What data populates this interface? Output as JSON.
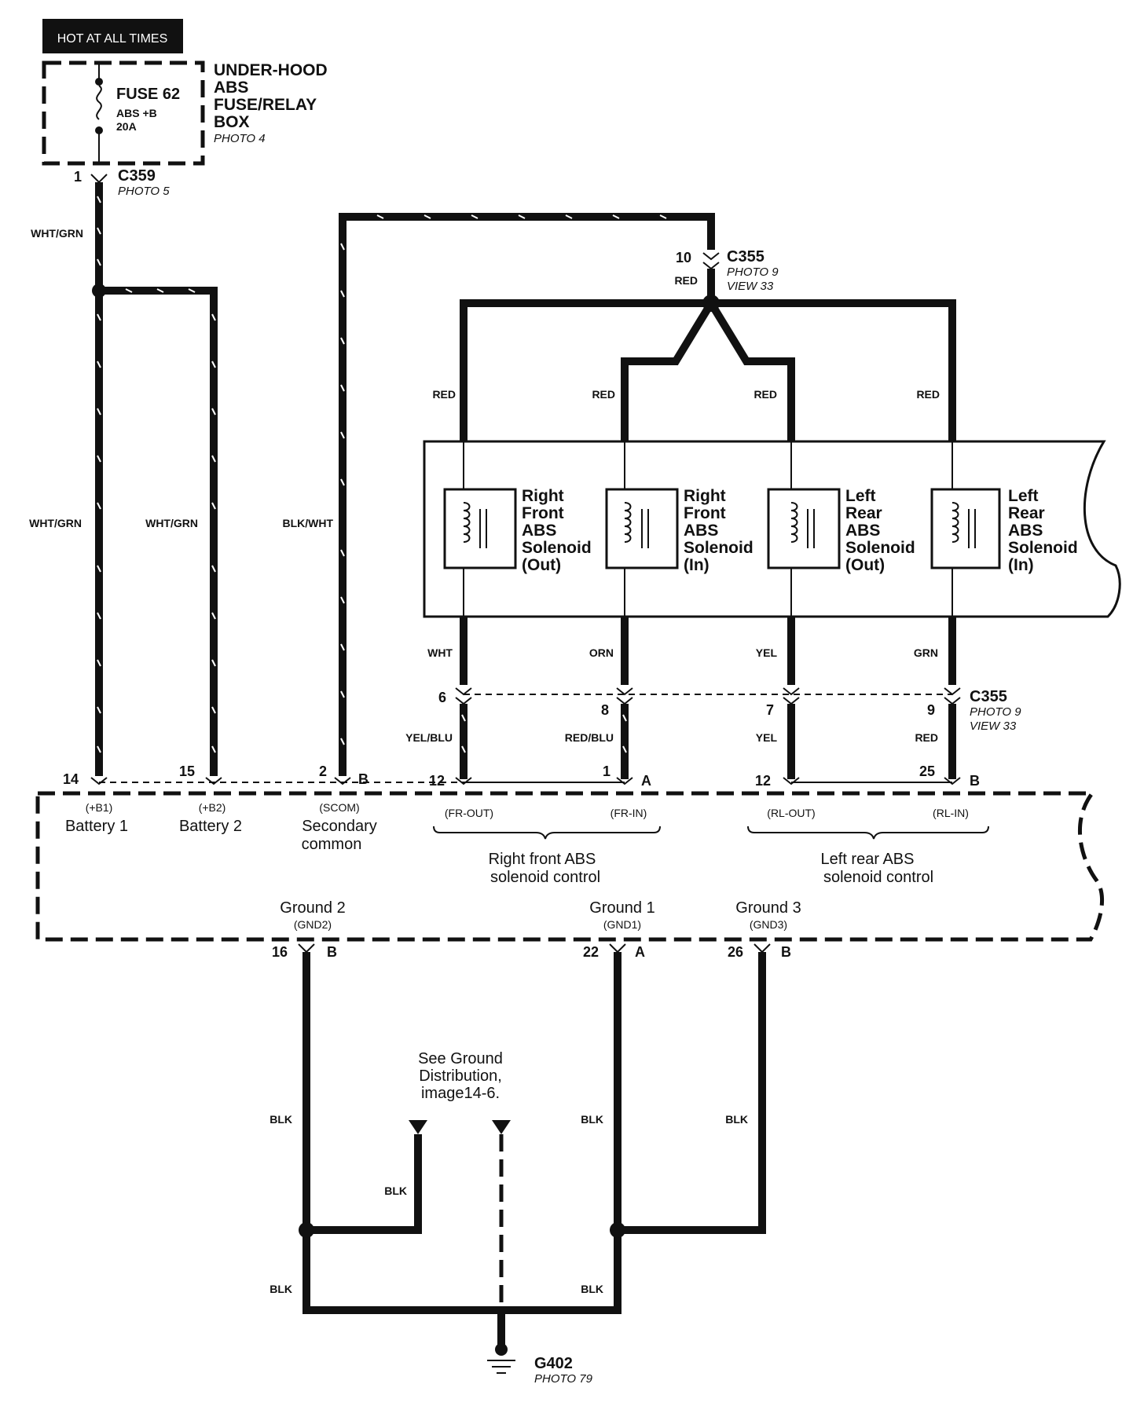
{
  "header": {
    "hot_label": "HOT AT ALL TIMES"
  },
  "fuse_box": {
    "title_lines": [
      "UNDER-HOOD",
      "ABS",
      "FUSE/RELAY",
      "BOX"
    ],
    "photo": "PHOTO 4",
    "fuse_name": "FUSE 62",
    "fuse_desc": "ABS +B",
    "fuse_rating": "20A"
  },
  "connectors": {
    "c359": {
      "name": "C359",
      "photo": "PHOTO 5",
      "pin": "1"
    },
    "c355_top": {
      "name": "C355",
      "photo": "PHOTO 9",
      "view": "VIEW 33",
      "pin": "10"
    },
    "c355_bottom": {
      "name": "C355",
      "photo": "PHOTO 9",
      "view": "VIEW 33",
      "pins": [
        "6",
        "8",
        "7",
        "9"
      ]
    }
  },
  "wire_colors": {
    "wht_grn_top": "WHT/GRN",
    "wht_grn_b1": "WHT/GRN",
    "wht_grn_b2": "WHT/GRN",
    "blk_wht": "BLK/WHT",
    "red_top": "RED",
    "red_1": "RED",
    "red_2": "RED",
    "red_3": "RED",
    "red_4": "RED",
    "wht": "WHT",
    "orn": "ORN",
    "yel": "YEL",
    "grn": "GRN",
    "yel_blu": "YEL/BLU",
    "red_blu": "RED/BLU",
    "yel_low": "YEL",
    "red_low": "RED",
    "blk_g2": "BLK",
    "blk_g1": "BLK",
    "blk_g3": "BLK",
    "blk_mid": "BLK",
    "blk_low_left": "BLK",
    "blk_low_right": "BLK"
  },
  "solenoids": [
    {
      "lines": [
        "Right",
        "Front",
        "ABS",
        "Solenoid",
        "(Out)"
      ]
    },
    {
      "lines": [
        "Right",
        "Front",
        "ABS",
        "Solenoid",
        "(In)"
      ]
    },
    {
      "lines": [
        "Left",
        "Rear",
        "ABS",
        "Solenoid",
        "(Out)"
      ]
    },
    {
      "lines": [
        "Left",
        "Rear",
        "ABS",
        "Solenoid",
        "(In)"
      ]
    }
  ],
  "ecu_pins": {
    "b1": {
      "pin": "14",
      "code": "(+B1)",
      "name": "Battery 1"
    },
    "b2": {
      "pin": "15",
      "code": "(+B2)",
      "name": "Battery 2"
    },
    "scom": {
      "pin": "2",
      "conn": "B",
      "code": "(SCOM)",
      "name_lines": [
        "Secondary",
        "common"
      ]
    },
    "fr_out": {
      "pin": "12",
      "code": "(FR-OUT)"
    },
    "fr_in": {
      "pin": "1",
      "conn": "A",
      "code": "(FR-IN)"
    },
    "rl_out": {
      "pin": "12",
      "code": "(RL-OUT)"
    },
    "rl_in": {
      "pin": "25",
      "conn": "B",
      "code": "(RL-IN)"
    },
    "rf_group": [
      "Right front ABS",
      "solenoid control"
    ],
    "lr_group": [
      "Left rear ABS",
      "solenoid control"
    ],
    "gnd2": {
      "name": "Ground 2",
      "code": "(GND2)",
      "pin": "16",
      "conn": "B"
    },
    "gnd1": {
      "name": "Ground 1",
      "code": "(GND1)",
      "pin": "22",
      "conn": "A"
    },
    "gnd3": {
      "name": "Ground 3",
      "code": "(GND3)",
      "pin": "26",
      "conn": "B"
    }
  },
  "ground": {
    "note_lines": [
      "See Ground",
      "Distribution,",
      "image14-6."
    ],
    "name": "G402",
    "photo": "PHOTO 79"
  }
}
